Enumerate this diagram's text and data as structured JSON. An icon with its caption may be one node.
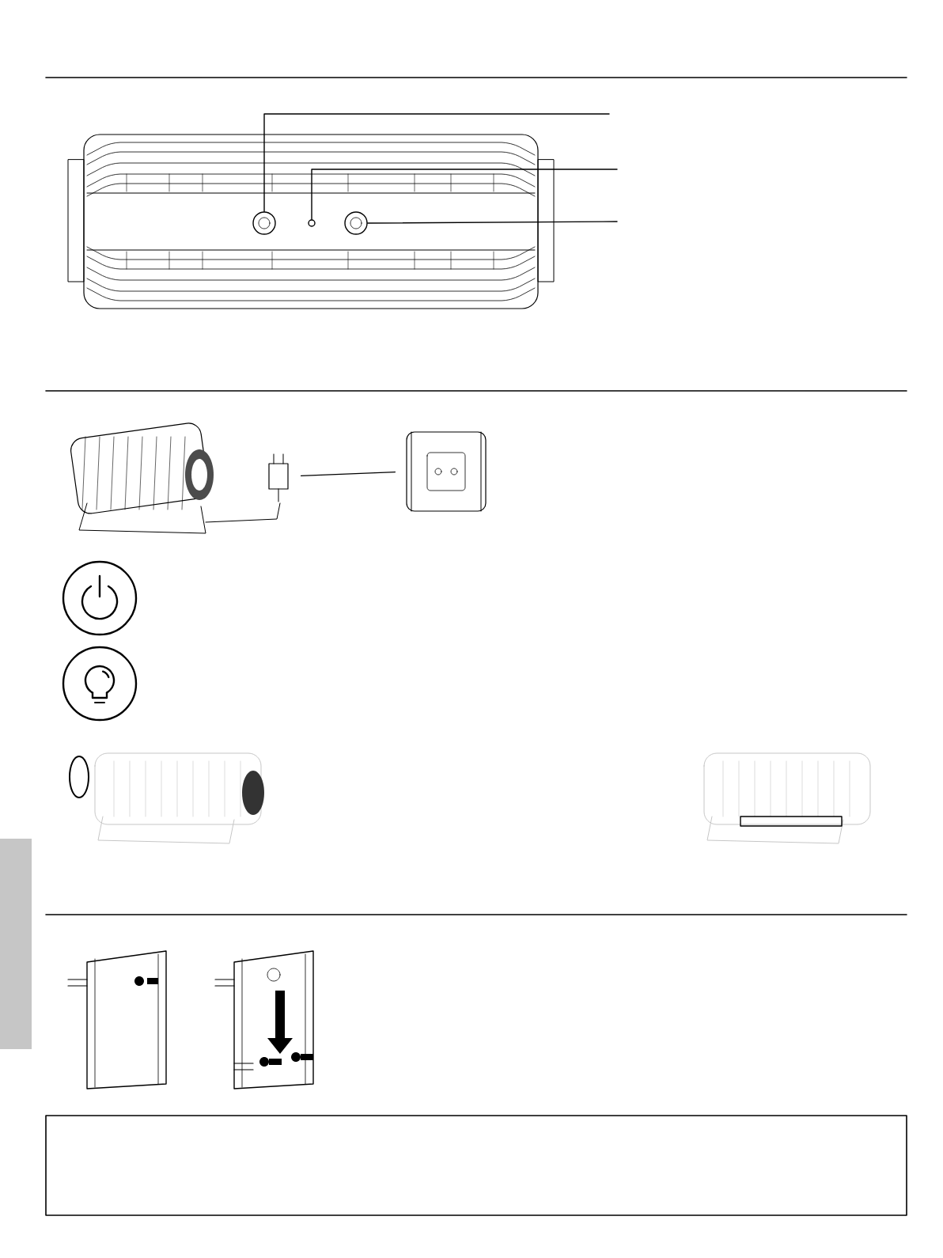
{
  "diagram": {
    "nodes": [
      {
        "text": [],
        "shape": "circle"
      },
      {
        "text": [],
        "shape": "circle"
      },
      {
        "text": [],
        "shape": "circle"
      },
      {
        "text": [],
        "shape": "box"
      },
      {
        "text": [],
        "shape": "box"
      },
      {
        "text": [],
        "shape": "bar"
      }
    ],
    "edges": [
      {
        "from": null,
        "to": 0,
        "arrow": "none"
      },
      {
        "from": null,
        "to": 1,
        "arrow": "none"
      },
      {
        "from": null,
        "to": 2,
        "arrow": "none"
      },
      {
        "from": 3,
        "to": 4,
        "arrow": "none"
      }
    ]
  }
}
